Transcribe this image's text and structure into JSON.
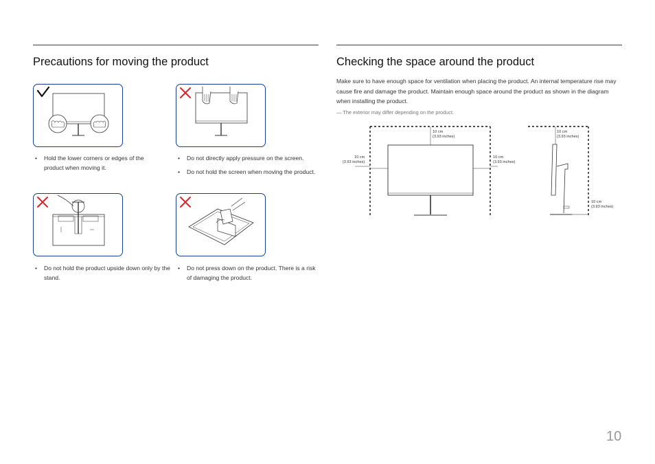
{
  "left_section": {
    "title": "Precautions for moving the product",
    "items": [
      {
        "mark": "check",
        "mark_icon": "check-icon",
        "bullets": [
          "Hold the lower corners or edges of the product when moving it."
        ]
      },
      {
        "mark": "cross",
        "mark_icon": "cross-icon",
        "bullets": [
          "Do not directly apply pressure on the screen.",
          "Do not hold the screen when moving the product."
        ]
      },
      {
        "mark": "cross",
        "mark_icon": "cross-icon",
        "bullets": [
          "Do not hold the product upside down only by the stand."
        ]
      },
      {
        "mark": "cross",
        "mark_icon": "cross-icon",
        "bullets": [
          "Do not press down on the product. There is a risk of damaging the product."
        ]
      }
    ]
  },
  "right_section": {
    "title": "Checking the space around the product",
    "paragraph": "Make sure to have enough space for ventilation when placing the product. An internal temperature rise may cause fire and damage the product. Maintain enough space around the product as shown in the diagram when installing the product.",
    "note_mark": "―",
    "note": "The exterior may differ depending on the product.",
    "dimension_label_cm": "10 cm",
    "dimension_label_in": "(3.93 inches)"
  },
  "colors": {
    "card_border": "#1a3d8f",
    "check_mark": "#111111",
    "cross_mark": "#d9262c",
    "rule": "#3a3a3a"
  },
  "page_number": "10"
}
